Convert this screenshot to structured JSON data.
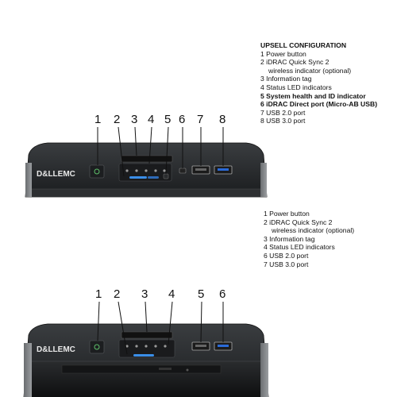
{
  "top_legend": {
    "title": "UPSELL CONFIGURATION",
    "items": [
      {
        "text": "1 Power button",
        "bold": false,
        "indent": false
      },
      {
        "text": "2 iDRAC Quick Sync 2",
        "bold": false,
        "indent": false
      },
      {
        "text": "wireless indicator (optional)",
        "bold": false,
        "indent": true
      },
      {
        "text": "3 Information tag",
        "bold": false,
        "indent": false
      },
      {
        "text": "4 Status LED indicators",
        "bold": false,
        "indent": false
      },
      {
        "text": "5 System health and ID indicator",
        "bold": true,
        "indent": false
      },
      {
        "text": "6 iDRAC Direct port (Micro-AB USB)",
        "bold": true,
        "indent": false
      },
      {
        "text": "7 USB 2.0 port",
        "bold": false,
        "indent": false
      },
      {
        "text": "8 USB 3.0 port",
        "bold": false,
        "indent": false
      }
    ]
  },
  "bottom_legend": {
    "items": [
      {
        "text": "1 Power button",
        "indent": false
      },
      {
        "text": "2 iDRAC Quick Sync 2",
        "indent": false
      },
      {
        "text": "wireless indicator (optional)",
        "indent": true
      },
      {
        "text": "3 Information tag",
        "indent": false
      },
      {
        "text": "4 Status LED indicators",
        "indent": false
      },
      {
        "text": "6 USB 2.0 port",
        "indent": false
      },
      {
        "text": "7 USB 3.0 port",
        "indent": false
      }
    ]
  },
  "top_callouts": [
    "1",
    "2",
    "3",
    "4",
    "5",
    "6",
    "7",
    "8"
  ],
  "bottom_callouts": [
    "1",
    "2",
    "3",
    "4",
    "5",
    "6"
  ],
  "logo_text": "D&LLEMC"
}
